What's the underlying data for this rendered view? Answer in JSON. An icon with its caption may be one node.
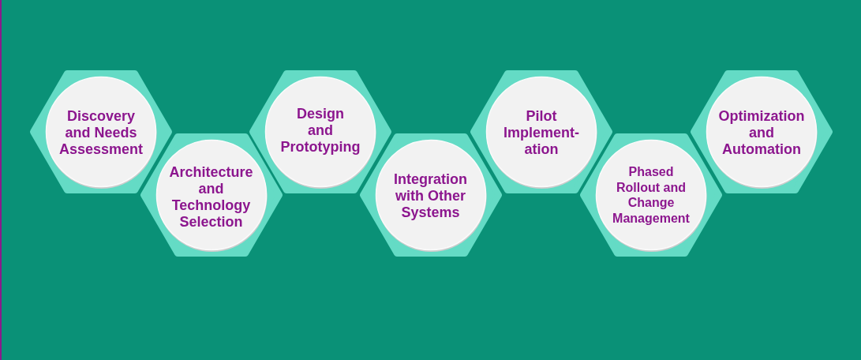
{
  "diagram": {
    "nodes": [
      {
        "text": [
          "Discovery and Needs Assessment"
        ]
      },
      {
        "text": [
          "Architecture and Technology Selection"
        ]
      },
      {
        "text": [
          "Design and Prototyping"
        ]
      },
      {
        "text": [
          "Integration with Other Systems"
        ]
      },
      {
        "text": [
          "Pilot Implement- ation"
        ]
      },
      {
        "text": [
          "Phased Rollout and Change Management"
        ]
      },
      {
        "text": [
          "Optimization and Automation"
        ]
      }
    ]
  }
}
